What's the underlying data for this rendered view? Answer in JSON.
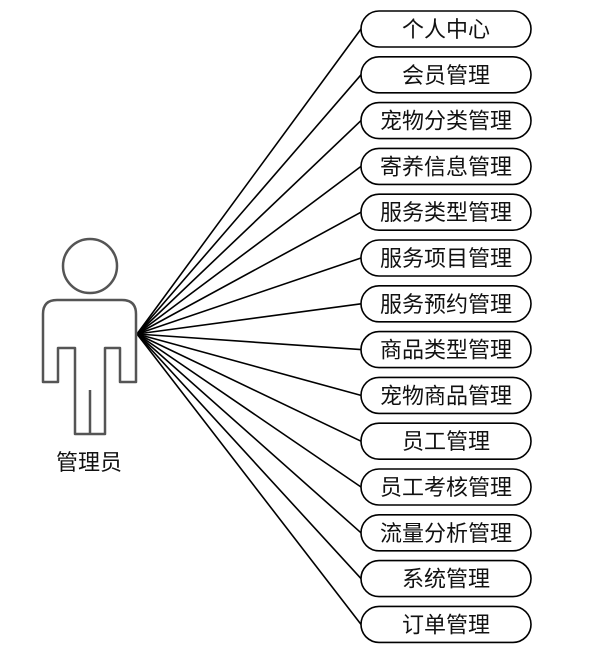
{
  "actor": {
    "label": "管理员"
  },
  "use_cases": [
    "个人中心",
    "会员管理",
    "宠物分类管理",
    "寄养信息管理",
    "服务类型管理",
    "服务项目管理",
    "服务预约管理",
    "商品类型管理",
    "宠物商品管理",
    "员工管理",
    "员工考核管理",
    "流量分析管理",
    "系统管理",
    "订单管理"
  ],
  "colors": {
    "line": "#000000",
    "actor_outline": "#555555",
    "text": "#111111",
    "box_fill": "#ffffff"
  }
}
